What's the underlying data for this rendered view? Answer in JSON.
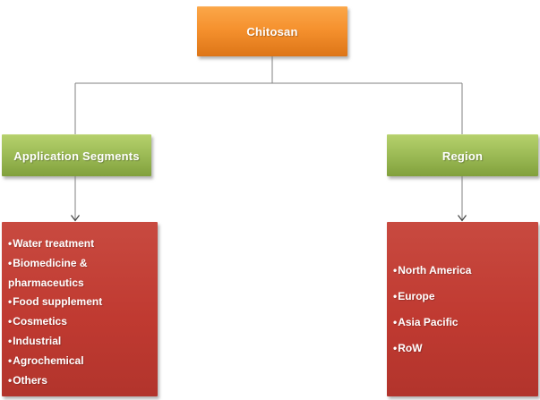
{
  "bullet": "•",
  "root": {
    "label": "Chitosan"
  },
  "branches": [
    {
      "label": "Application Segments",
      "items": [
        "Water treatment",
        "Biomedicine & pharmaceutics",
        "Food supplement",
        "Cosmetics",
        "Industrial",
        "Agrochemical",
        "Others"
      ]
    },
    {
      "label": "Region",
      "items": [
        "North America",
        "Europe",
        "Asia Pacific",
        "RoW"
      ]
    }
  ],
  "colors": {
    "root_box": "#EE8A22",
    "branch_box": "#99B853",
    "leaf_box": "#BF3A30",
    "connector": "#808080",
    "arrowhead": "#404040",
    "text": "#FFFFFF"
  }
}
